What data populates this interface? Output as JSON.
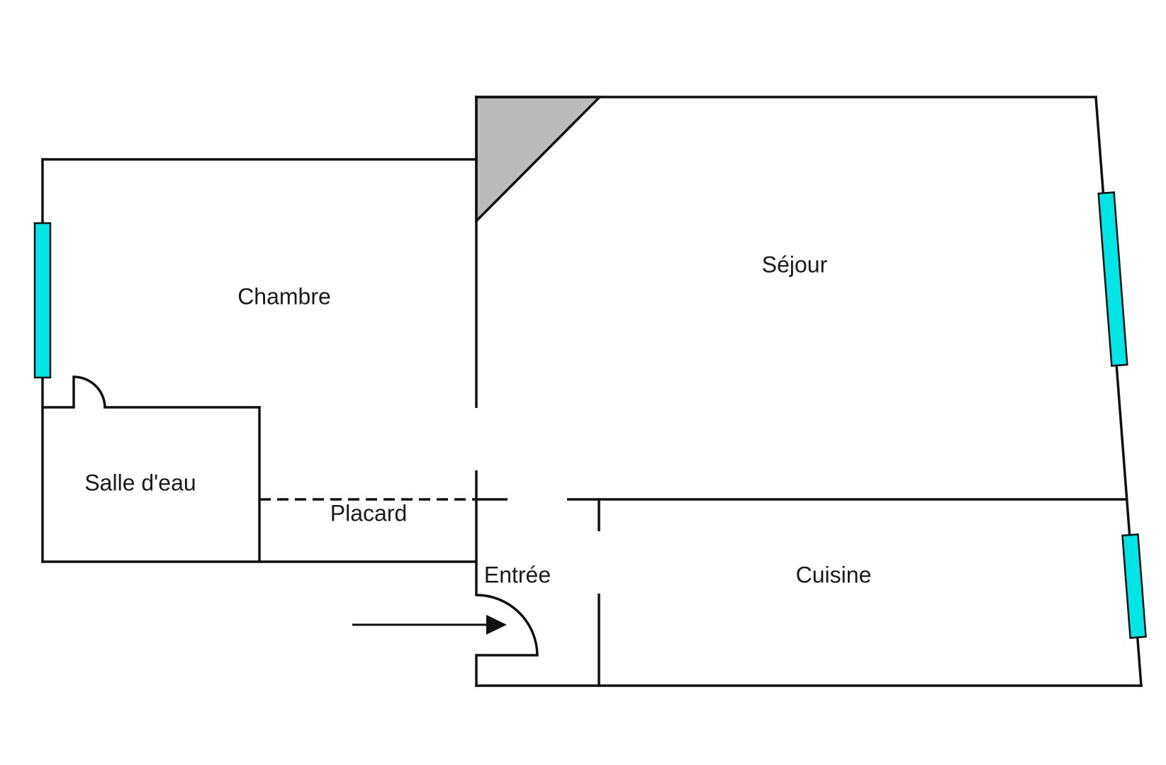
{
  "plan": {
    "rooms": {
      "chambre": "Chambre",
      "sejour": "Séjour",
      "salle_deau": "Salle d'eau",
      "placard": "Placard",
      "entree": "Entrée",
      "cuisine": "Cuisine"
    },
    "colors": {
      "wall": "#111111",
      "window": "#00e5e5",
      "chimney": "#bbbbbb",
      "background": "#ffffff"
    },
    "icons": [
      "entrance-arrow-icon",
      "door-swing-icon",
      "window-icon"
    ]
  }
}
